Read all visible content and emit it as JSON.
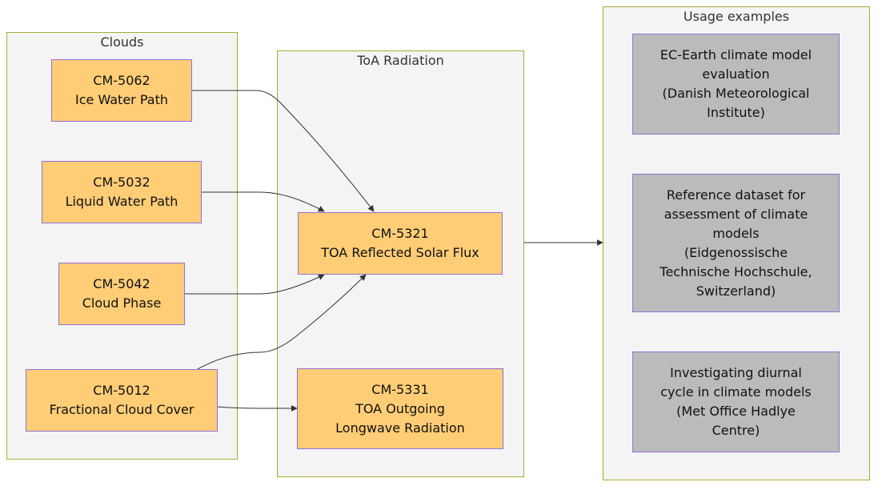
{
  "clusters": {
    "clouds": {
      "title": "Clouds"
    },
    "toa": {
      "title": "ToA Radiation"
    },
    "usage": {
      "title": "Usage examples"
    }
  },
  "nodes": {
    "cm5062": {
      "id": "CM-5062",
      "name": "Ice Water Path"
    },
    "cm5032": {
      "id": "CM-5032",
      "name": "Liquid Water Path"
    },
    "cm5042": {
      "id": "CM-5042",
      "name": "Cloud Phase"
    },
    "cm5012": {
      "id": "CM-5012",
      "name": "Fractional Cloud Cover"
    },
    "cm5321": {
      "id": "CM-5321",
      "name": "TOA Reflected Solar Flux"
    },
    "cm5331": {
      "id": "CM-5331",
      "name_line1": "TOA Outgoing",
      "name_line2": "Longwave Radiation"
    }
  },
  "usage": {
    "ec_earth": {
      "line1": "EC-Earth climate model",
      "line2": "evaluation",
      "line3": "(Danish Meteorological",
      "line4": "Institute)"
    },
    "reference": {
      "line1": "Reference dataset for",
      "line2": "assessment of climate",
      "line3": "models",
      "line4": "(Eidgenossische",
      "line5": "Technische Hochschule,",
      "line6": "Switzerland)"
    },
    "diurnal": {
      "line1": "Investigating diurnal",
      "line2": "cycle in climate models",
      "line3": "(Met Office Hadlye",
      "line4": "Centre)"
    }
  },
  "edges": [
    {
      "from": "CM-5062",
      "to": "CM-5321"
    },
    {
      "from": "CM-5032",
      "to": "CM-5321"
    },
    {
      "from": "CM-5042",
      "to": "CM-5321"
    },
    {
      "from": "CM-5012",
      "to": "CM-5321"
    },
    {
      "from": "CM-5012",
      "to": "CM-5331"
    },
    {
      "from": "ToA Radiation",
      "to": "Usage examples"
    }
  ],
  "colors": {
    "cluster_fill": "#f4f4f4",
    "cluster_border": "#aaaa33",
    "data_node_fill": "#fecd76",
    "usage_node_fill": "#bbbbbb",
    "node_border": "#9370db",
    "edge": "#333333"
  }
}
